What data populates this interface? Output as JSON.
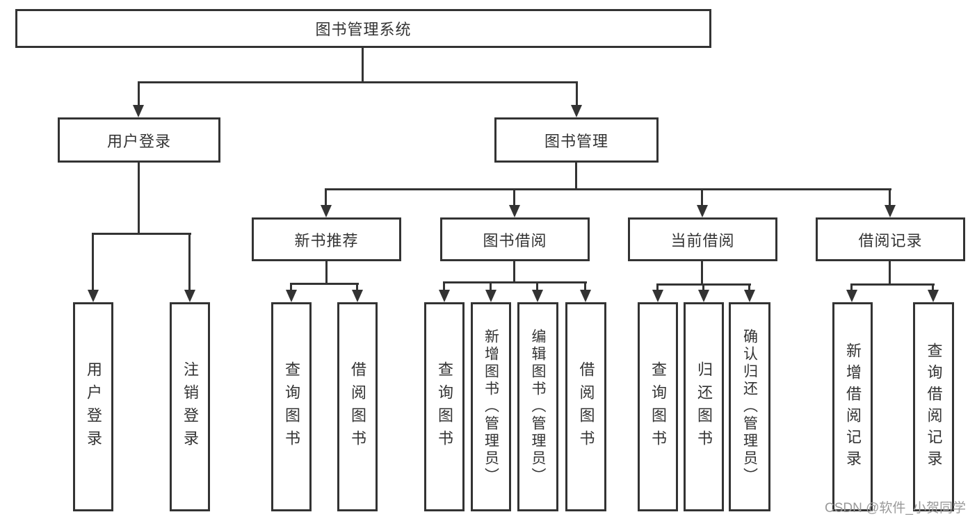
{
  "colors": {
    "line": "#333333",
    "text": "#333333",
    "box_background": "#ffffff",
    "page_background": "#ffffff",
    "watermark": "#9a9a9a"
  },
  "watermark": {
    "text": "CSDN @软件_小贺同学"
  },
  "tree": {
    "label": "图书管理系统",
    "children": [
      {
        "label": "用户登录",
        "children": [
          {
            "label": "用户登录"
          },
          {
            "label": "注销登录"
          }
        ]
      },
      {
        "label": "图书管理",
        "children": [
          {
            "label": "新书推荐",
            "children": [
              {
                "label": "查询图书"
              },
              {
                "label": "借阅图书"
              }
            ]
          },
          {
            "label": "图书借阅",
            "children": [
              {
                "label": "查询图书"
              },
              {
                "label": "新增图书（管理员）"
              },
              {
                "label": "编辑图书（管理员）"
              },
              {
                "label": "借阅图书"
              }
            ]
          },
          {
            "label": "当前借阅",
            "children": [
              {
                "label": "查询图书"
              },
              {
                "label": "归还图书"
              },
              {
                "label": "确认归还（管理员）"
              }
            ]
          },
          {
            "label": "借阅记录",
            "children": [
              {
                "label": "新增借阅记录"
              },
              {
                "label": "查询借阅记录"
              }
            ]
          }
        ]
      }
    ]
  }
}
